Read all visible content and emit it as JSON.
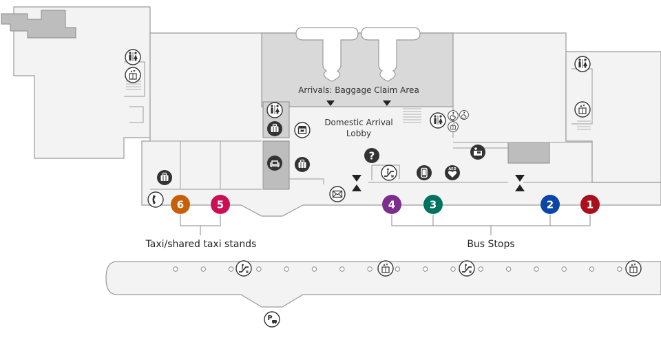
{
  "labels": {
    "baggage_claim": "Arrivals: Baggage Claim Area",
    "arrival_lobby_line1": "Domestic Arrival",
    "arrival_lobby_line2": "Lobby",
    "taxi_stands": "Taxi/shared taxi stands",
    "bus_stops": "Bus Stops"
  },
  "stops": {
    "taxi_6": {
      "number": "6",
      "color": "#c8600a"
    },
    "taxi_5": {
      "number": "5",
      "color": "#cc0f55"
    },
    "bus_4": {
      "number": "4",
      "color": "#7b2e8c"
    },
    "bus_3": {
      "number": "3",
      "color": "#007360"
    },
    "bus_2": {
      "number": "2",
      "color": "#0a45a8"
    },
    "bus_1": {
      "number": "1",
      "color": "#a8101c"
    }
  },
  "icons": {
    "restroom": "restroom-icon",
    "elevator": "elevator-icon",
    "escalator": "escalator-icon",
    "information": "information-icon",
    "luggage": "luggage-icon",
    "lounge": "lounge-icon",
    "phone": "phone-icon",
    "mail": "mail-icon",
    "parking": "parking-icon",
    "aed": "aed-icon",
    "atm": "atm-icon"
  },
  "aed_text": "AED",
  "parking_text": "P",
  "colors": {
    "building_fill": "#f3f3f3",
    "building_stroke": "#9a9a9a",
    "claim_area": "#d9d9d9",
    "dark_block": "#bdbdbd",
    "icon_dark": "#333333"
  }
}
